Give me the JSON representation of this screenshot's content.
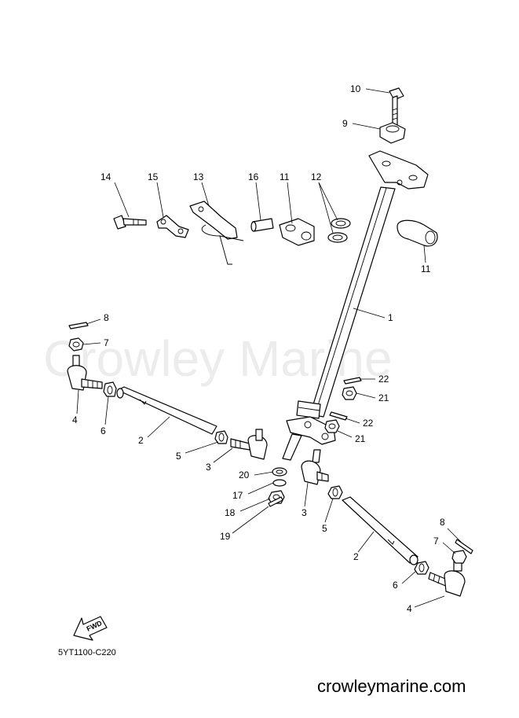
{
  "watermark": "Crowley Marine",
  "diagram_code": "5YT1100-C220",
  "website": "crowleymarine.com",
  "fwd_badge": "FWD",
  "callouts": [
    "1",
    "2",
    "2",
    "3",
    "3",
    "4",
    "4",
    "5",
    "5",
    "6",
    "6",
    "7",
    "7",
    "8",
    "8",
    "9",
    "10",
    "11",
    "11",
    "12",
    "13",
    "14",
    "15",
    "16",
    "17",
    "18",
    "19",
    "20",
    "21",
    "21",
    "22",
    "22"
  ]
}
